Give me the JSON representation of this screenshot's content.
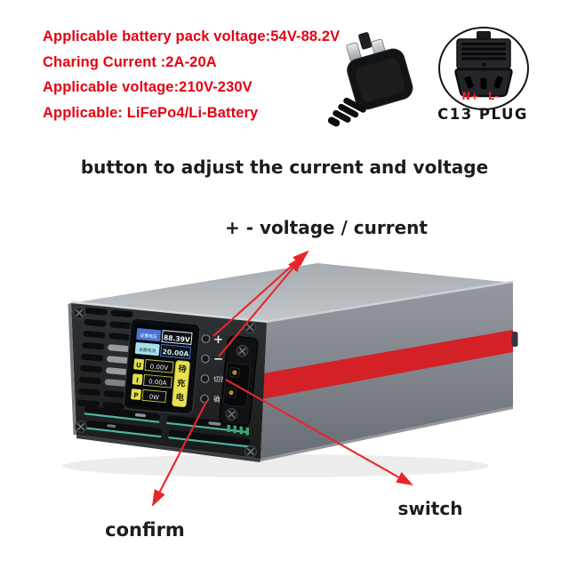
{
  "header_specs": {
    "line1": "Applicable battery pack voltage:54V-88.2V",
    "line2": "Charing Current :2A-20A",
    "line3": "Applicable voltage:210V-230V",
    "line4": "Applicable: LiFePo4/Li-Battery"
  },
  "plug_area": {
    "c13_title": "C13 PLUG",
    "n_terminal": "N+",
    "l_terminal": "L-"
  },
  "annotations": {
    "adjust_caption": "button to adjust the current and voltage",
    "voltage_current_label": "+ - voltage / current",
    "confirm_label": "confirm",
    "switch_label": "switch"
  },
  "device": {
    "screen": {
      "set_voltage_label": "设置电压",
      "set_voltage_value": "88.39V",
      "set_current_label": "设置电流",
      "set_current_value": "20.00A",
      "u_label": "U",
      "u_value": "0.00V",
      "i_label": "I",
      "i_value": "0.00A",
      "p_label": "P",
      "p_value": "0W",
      "status": [
        "待",
        "充",
        "电"
      ]
    },
    "buttons": {
      "plus": "+",
      "minus": "−",
      "toggle": "切换",
      "confirm": "确认"
    }
  },
  "colors": {
    "spec_text": "#e60012",
    "annotation_arrow": "#e8262a",
    "stripe": "#d42128",
    "caption_text": "#1c1c1c"
  }
}
